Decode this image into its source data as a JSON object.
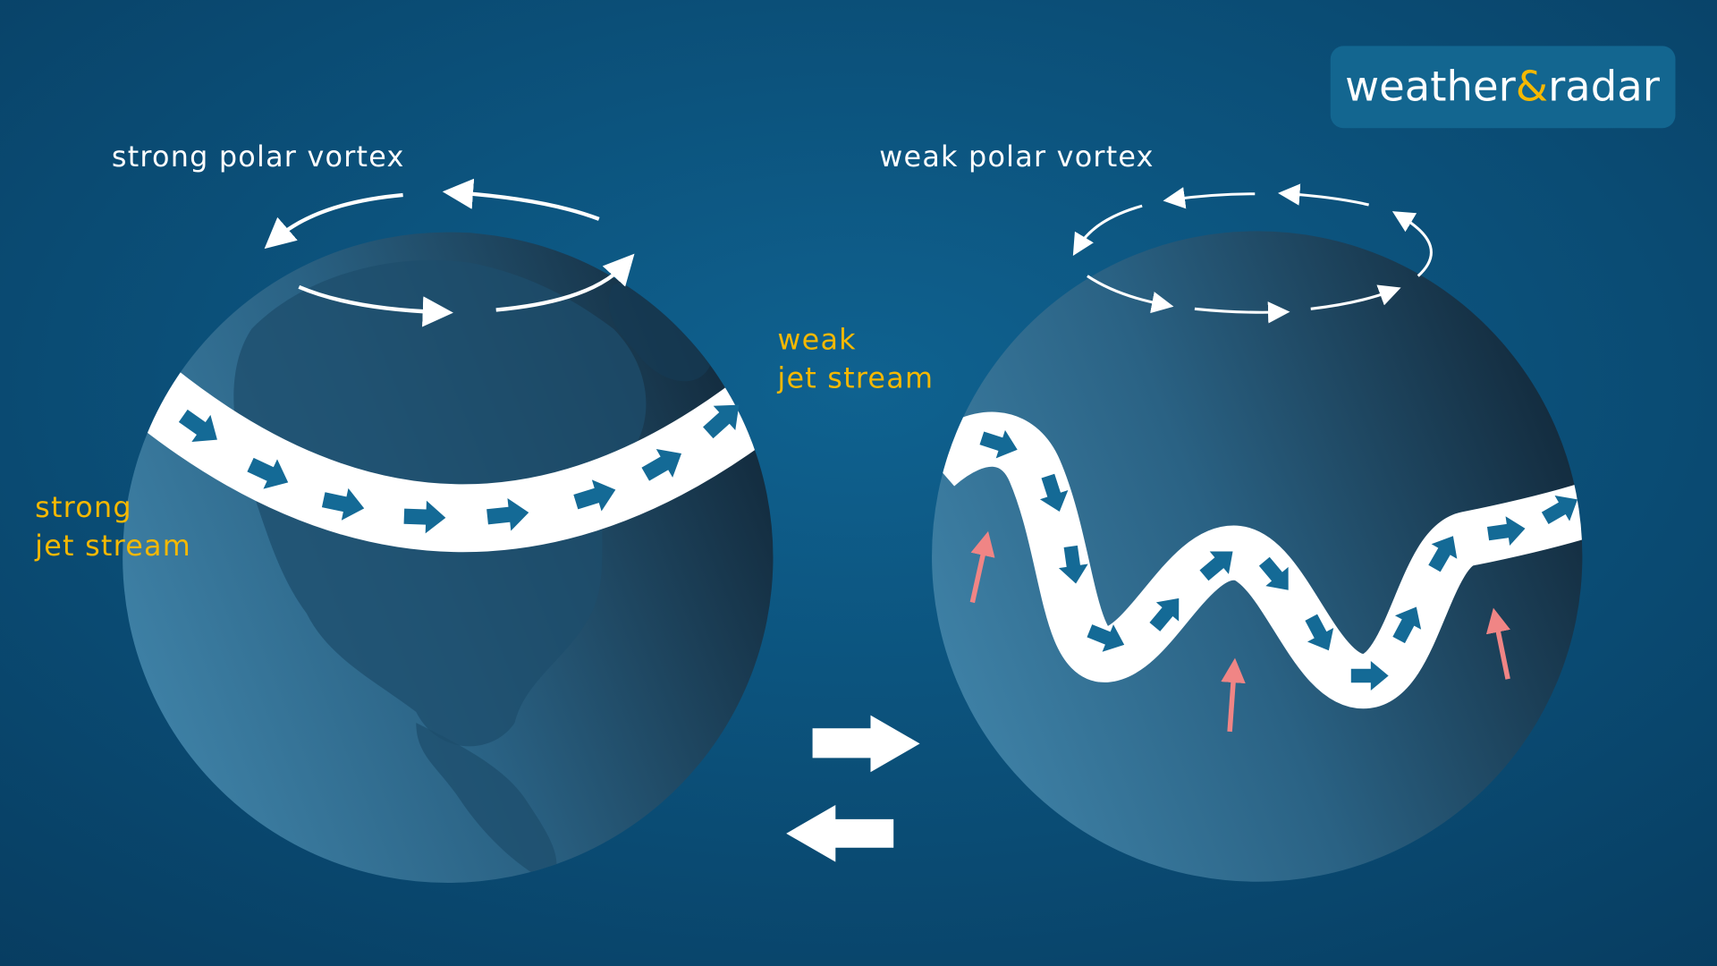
{
  "logo": {
    "word1": "weather",
    "amp": "&",
    "word2": "radar"
  },
  "left_panel": {
    "title": "strong polar vortex",
    "jet_label_line1": "strong",
    "jet_label_line2": "jet stream"
  },
  "right_panel": {
    "title": "weak polar vortex",
    "jet_label_line1": "weak",
    "jet_label_line2": "jet stream"
  },
  "colors": {
    "background": "#0a4a73",
    "accent_yellow": "#f5b800",
    "jet_arrow": "#146a96",
    "warm_arrow": "#f08585",
    "logo_box": "#136690"
  }
}
